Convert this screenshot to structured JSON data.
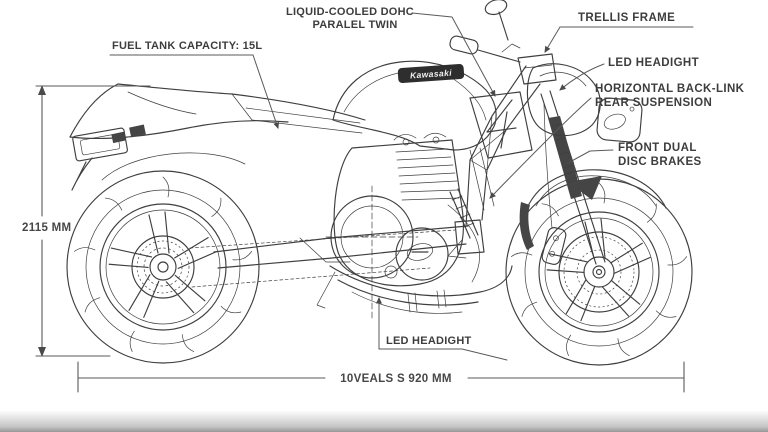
{
  "diagram": {
    "type": "motorcycle-spec-line-drawing",
    "brand_badge": "Kawasaki",
    "colors": {
      "background": "#ffffff",
      "line": "#3f3f3f",
      "text": "#3d3d3d",
      "badge_bg": "#2e2e2e",
      "badge_text": "#f0f0f0"
    },
    "callouts": {
      "fuel_tank": {
        "text": "FUEL TANK CAPACITY: 15L"
      },
      "engine": {
        "line1": "LIQUID-COOLED DOHC",
        "line2": "PARALEL TWIN"
      },
      "frame": {
        "text": "TRELLIS FRAME"
      },
      "headlight_right": {
        "text": "LED HEADIGHT"
      },
      "rear_suspension": {
        "line1": "HORIZONTAL BACK-LINK",
        "line2": "REAR SUSPENSION"
      },
      "front_brakes": {
        "line1": "FRONT DUAL",
        "line2": "DISC BRAKES"
      },
      "headlight_bottom": {
        "text": "LED HEADIGHT"
      }
    },
    "dimensions": {
      "overall_height": "2115 MM",
      "overall_length": "10VEALS S 920 MM"
    }
  }
}
